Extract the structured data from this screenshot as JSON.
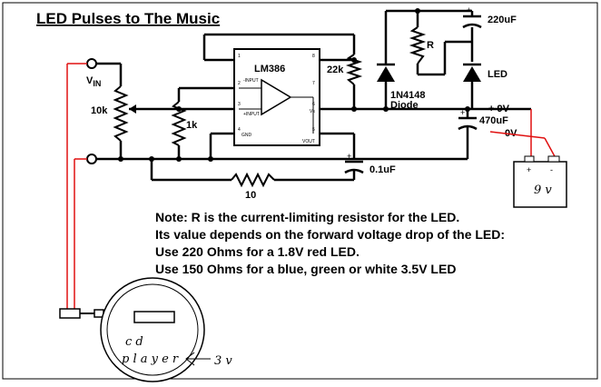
{
  "title": "LED Pulses to The Music",
  "labels": {
    "vin": "V",
    "vin_sub": "IN",
    "pot": "10k",
    "r1k": "1k",
    "chip": "LM386",
    "r22k": "22k",
    "r_led": "R",
    "c220": "220uF",
    "led": "LED",
    "diode": "1N4148",
    "diode2": "Diode",
    "plus9": "+ 9V",
    "c470": "470uF",
    "zero": "0V",
    "c01": "0.1uF",
    "r10": "10",
    "battery": "9 v",
    "cd1": "c d",
    "cd2": "p l a y e r",
    "v3": "3 v",
    "pin_inm": "-INPUT",
    "pin_inp": "+INPUT",
    "pin_gnd": "GND",
    "pin_vs": "Vs",
    "pin_vout": "VOUT",
    "plus": "+",
    "minus": "-"
  },
  "pins": [
    "1",
    "2",
    "3",
    "4",
    "5",
    "6",
    "7",
    "8"
  ],
  "notes": [
    "Note: R is the current-limiting resistor for the LED.",
    "Its value depends on the forward voltage drop of the LED:",
    "Use 220 Ohms for a 1.8V red LED.",
    "Use 150 Ohms for a blue, green or white 3.5V LED"
  ],
  "colors": {
    "line": "#000000",
    "wire_red": "#e01010",
    "background": "#ffffff"
  }
}
